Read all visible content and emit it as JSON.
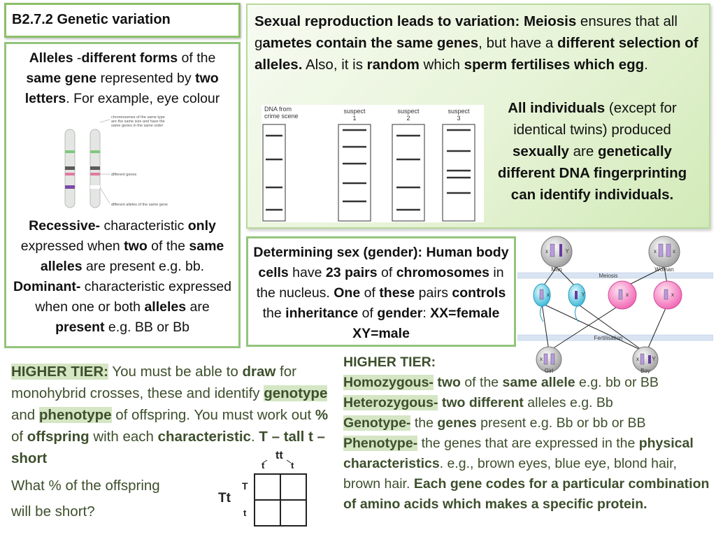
{
  "title": "B2.7.2 Genetic variation",
  "alleles": {
    "t1": "Alleles",
    "t2": " -",
    "t3": "different forms",
    "t4": " of the ",
    "t5": "same gene",
    "t6": " represented by ",
    "t7": "two letters",
    "t8": ". For example, eye colour"
  },
  "chromo": {
    "label1": "chromosomes of the same type",
    "label2": "are the same size and have the",
    "label3": "same genes in the same order",
    "label4": "different genes",
    "label5": "different alleles of the same gene"
  },
  "recessive": {
    "t1": "Recessive-",
    "t2": " characteristic ",
    "t3": "only",
    "t4": " expressed when ",
    "t5": "two",
    "t6": " of the ",
    "t7": "same alleles",
    "t8": " are present e.g. bb. ",
    "t9": "Dominant-",
    "t10": " characteristic expressed when one or both ",
    "t11": "alleles",
    "t12": " are ",
    "t13": "present",
    "t14": " e.g. BB or Bb"
  },
  "sexual": {
    "t1": "Sexual reproduction leads to variation: Meiosis",
    "t2": " ensures that all g",
    "t3": "ametes contain the same genes",
    "t4": ", but have a ",
    "t5": "different selection of alleles.",
    "t6": " Also, it is ",
    "t7": "random",
    "t8": " which ",
    "t9": "sperm fertilises which egg",
    "t10": "."
  },
  "individuals": {
    "t1": "All individuals",
    "t2": " (except for identical twins) produced ",
    "t3": "sexually",
    "t4": " are ",
    "t5": "genetically different DNA fingerprinting can identify individuals."
  },
  "dna": {
    "crime": "DNA from",
    "crime2": "crime scene",
    "s1": "suspect",
    "s1n": "1",
    "s2": "suspect",
    "s2n": "2",
    "s3": "suspect",
    "s3n": "3"
  },
  "sex": {
    "t1": "Determining sex (gender): Human body cells",
    "t2": " have ",
    "t3": "23 pairs",
    "t4": " of ",
    "t5": "chromosomes",
    "t6": " in the nucleus. ",
    "t7": "One",
    "t8": " of ",
    "t9": "these",
    "t10": " pairs ",
    "t11": "controls",
    "t12": " the ",
    "t13": "inheritance",
    "t14": " of ",
    "t15": "gender",
    "t16": ": ",
    "t17": "XX=female XY=male"
  },
  "sexdiagram": {
    "man": "Man",
    "woman": "Woman",
    "meiosis": "Meiosis",
    "fert": "Fertilisation",
    "girl": "Girl",
    "boy": "Boy",
    "x": "x",
    "y": "Y"
  },
  "higherLeft": {
    "t1": "HIGHER TIER:",
    "t2": " You must be able to ",
    "t3": "draw",
    "t4": " for monohybrid crosses, these and identify ",
    "t5": "genotype",
    "t6": " and ",
    "t7": "phenotype",
    "t8": " of offspring. You must work out ",
    "t9": "%",
    "t10": " of ",
    "t11": "offspring",
    "t12": " with each ",
    "t13": "characteristic",
    "t14": ". ",
    "t15": "T – tall  t – short"
  },
  "question": {
    "l1": "What % of the offspring",
    "l2": "will be short?"
  },
  "punnett": {
    "top": "tt",
    "col1": "t",
    "col2": "t",
    "side": "Tt",
    "row1": "T",
    "row2": "t"
  },
  "higherRight": {
    "h": "HIGHER TIER:",
    "homo": "Homozygous-",
    "homo2": " two",
    "homo3": " of the ",
    "homo4": "same allele",
    "homo5": " e.g. bb or BB",
    "hetero": "Heterozygous-",
    "hetero2": " two different",
    "hetero3": " alleles e.g. Bb",
    "geno": "Genotype-",
    "geno2": " the ",
    "geno3": "genes",
    "geno4": " present e.g. Bb or bb or BB",
    "pheno": "Phenotype-",
    "pheno2": " the genes that are expressed in the ",
    "pheno3": "physical characteristics",
    "pheno4": ". e.g., brown eyes, blue eye, blond hair, brown hair. ",
    "pheno5": "Each gene codes for a particular combination of amino acids which makes a specific protein."
  }
}
